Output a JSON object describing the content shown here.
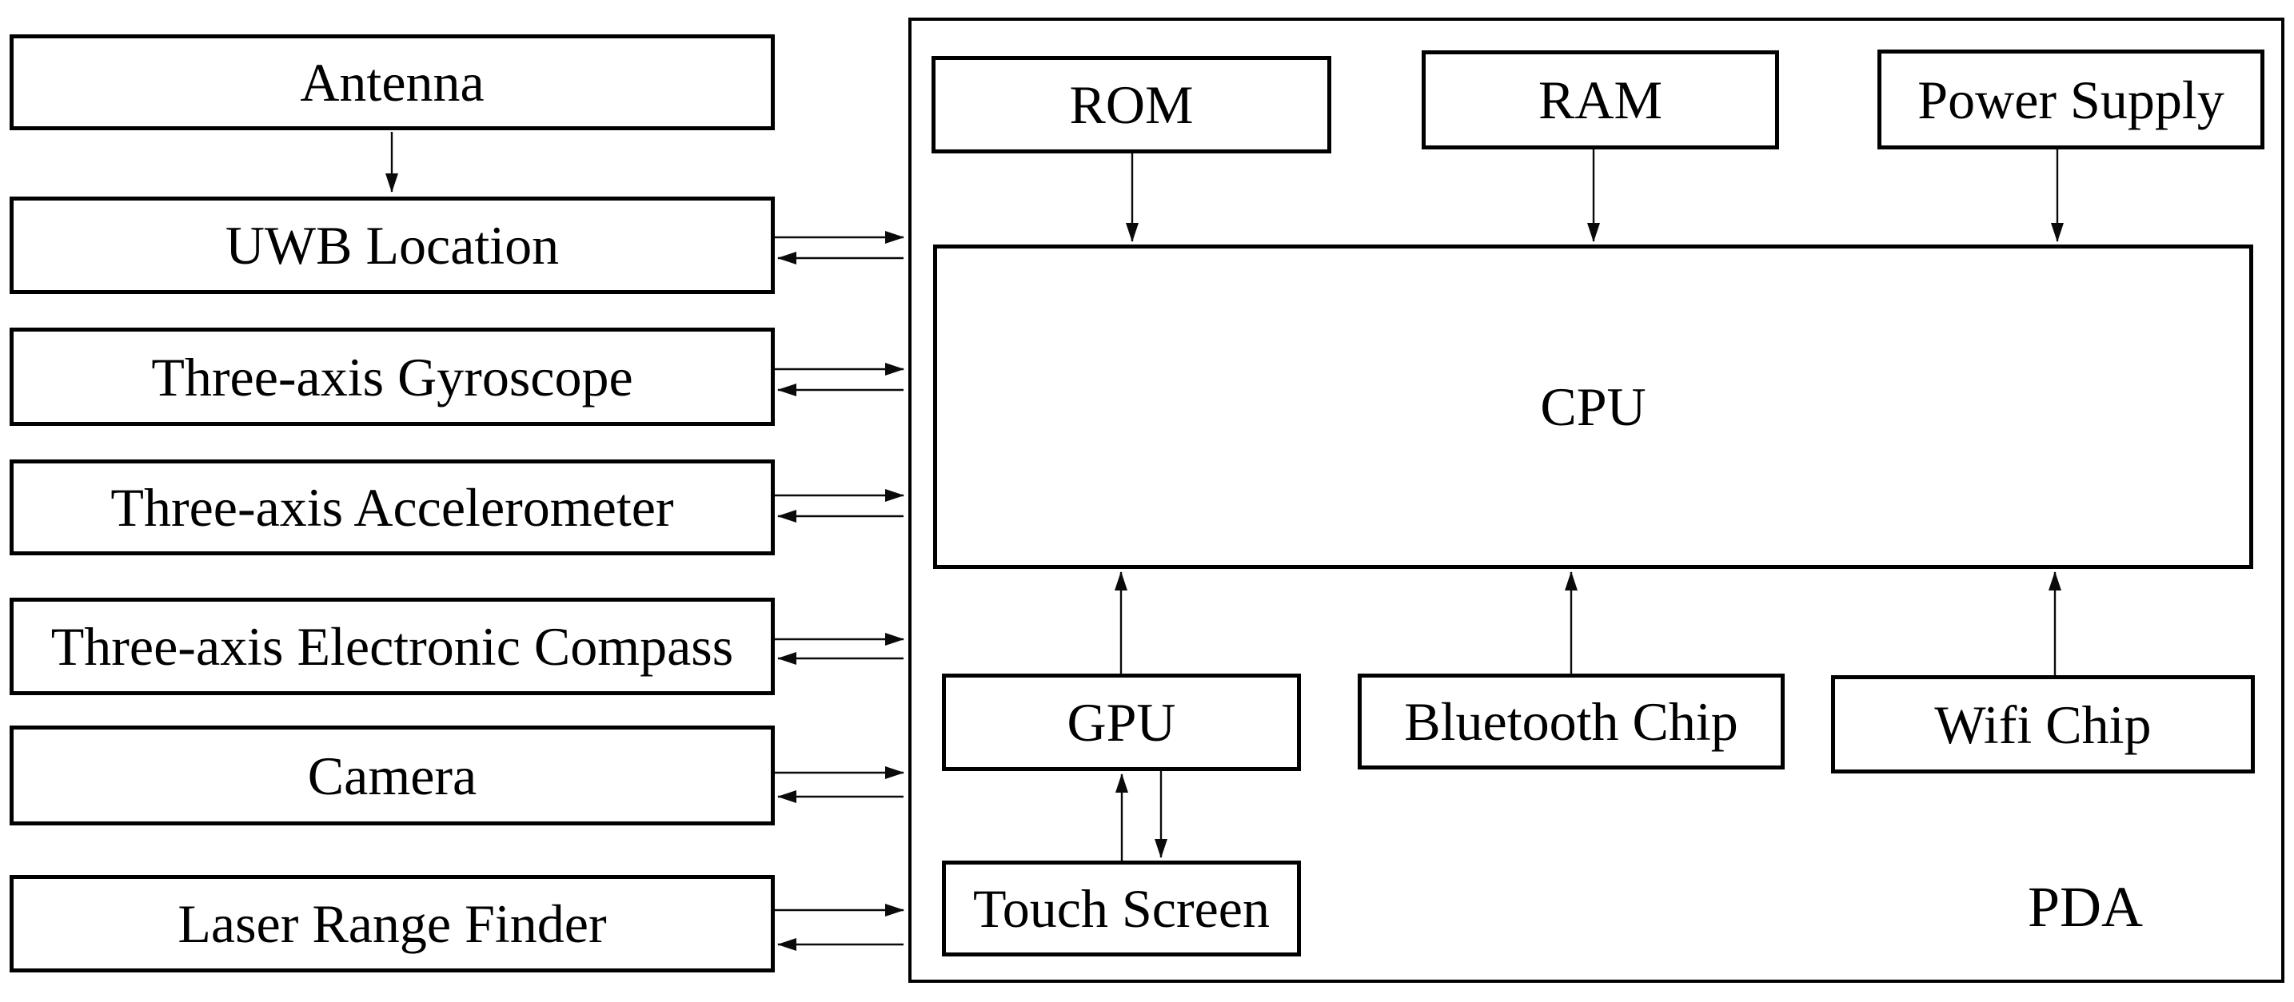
{
  "diagram": {
    "peripherals": [
      {
        "label": "Antenna"
      },
      {
        "label": "UWB Location"
      },
      {
        "label": "Three-axis Gyroscope"
      },
      {
        "label": "Three-axis Accelerometer"
      },
      {
        "label": "Three-axis Electronic Compass"
      },
      {
        "label": "Camera"
      },
      {
        "label": "Laser Range Finder"
      }
    ],
    "pda": {
      "label": "PDA",
      "top_row": [
        {
          "label": "ROM"
        },
        {
          "label": "RAM"
        },
        {
          "label": "Power Supply"
        }
      ],
      "cpu": {
        "label": "CPU"
      },
      "bottom_row": [
        {
          "label": "GPU"
        },
        {
          "label": "Bluetooth Chip"
        },
        {
          "label": "Wifi Chip"
        }
      ],
      "touch_screen": {
        "label": "Touch Screen"
      }
    }
  }
}
